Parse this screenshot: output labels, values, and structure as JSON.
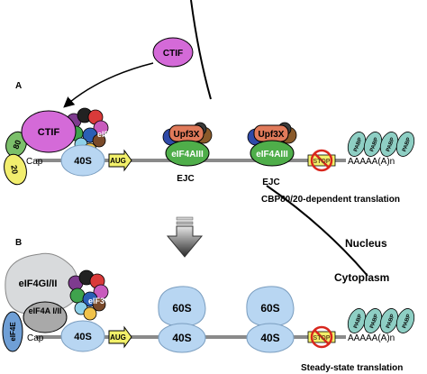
{
  "panel_a": {
    "label": "A",
    "ctif_free": "CTIF",
    "ctif_bound": "CTIF",
    "eif3": "eIF3",
    "cbp80": "80",
    "cbp20": "20",
    "cap": "Cap",
    "ribosome_40s": "40S",
    "aug": "AUG",
    "ejc1_upf3x": "Upf3X",
    "ejc1_eif4aiii": "eIF4AIII",
    "ejc1_label": "EJC",
    "ejc2_upf3x": "Upf3X",
    "ejc2_eif4aiii": "eIF4AIII",
    "ejc2_label": "EJC",
    "stop": "STOP",
    "pabp": [
      "PABP",
      "PABP",
      "PABP",
      "PABP"
    ],
    "polya": "AAAAA(A)n",
    "caption": "CBP80/20-dependent translation"
  },
  "compartments": {
    "nucleus": "Nucleus",
    "cytoplasm": "Cytoplasm"
  },
  "panel_b": {
    "label": "B",
    "eif4g": "eIF4GI/II",
    "eif4a": "eIF4A I/II",
    "eif4e": "eIF4E",
    "eif3": "eIF3",
    "cap": "Cap",
    "ribosome_40s": "40S",
    "aug": "AUG",
    "ribosome2_60s": "60S",
    "ribosome2_40s": "40S",
    "ribosome3_60s": "60S",
    "ribosome3_40s": "40S",
    "stop": "STOP",
    "pabp": [
      "PABP",
      "PABP",
      "PABP",
      "PABP"
    ],
    "polya": "AAAAA(A)n",
    "caption": "Steady-state translation"
  },
  "colors": {
    "ctif": "#d46ad8",
    "cbp80": "#7bbf6a",
    "cbp20": "#f2ee6e",
    "ribosome": "#b8d6f2",
    "aug": "#f2f06a",
    "upf3x": "#e07a5a",
    "eif4aiii": "#4fae4a",
    "ejc_blue": "#2f4aa8",
    "ejc_brown": "#8a5a2a",
    "pabp": "#8ecfc4",
    "mrna": "#8a8a8a",
    "eif4g": "#d8dadc",
    "eif4a": "#a9a9a9",
    "eif4e": "#6f9fd6",
    "stop_ring": "#d8261d"
  }
}
